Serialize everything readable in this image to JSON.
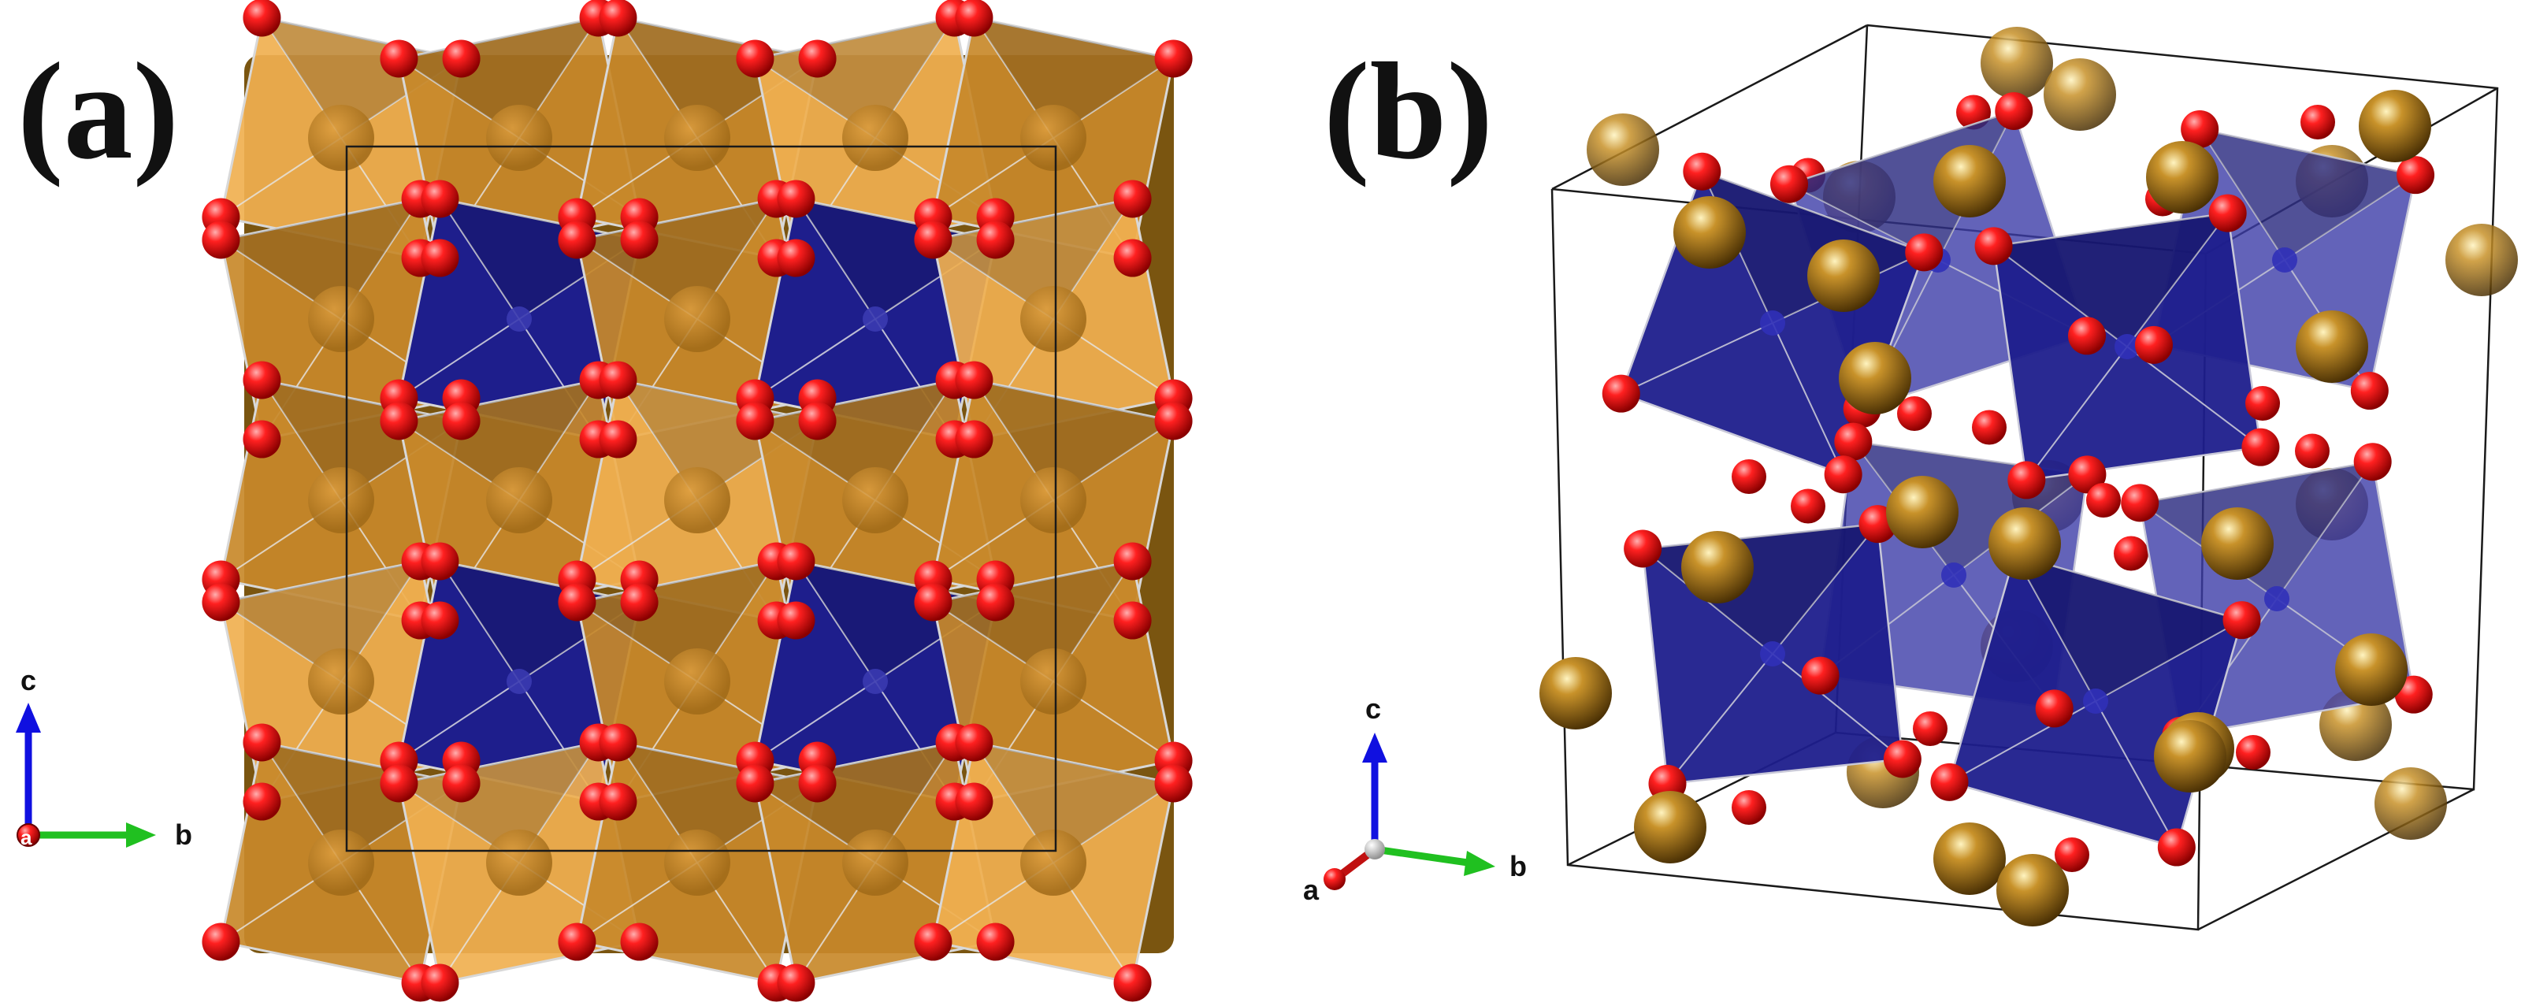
{
  "panels": [
    {
      "label": "(a)",
      "axes": {
        "vertical": "c",
        "horizontal": "b",
        "out_of_plane": "a"
      }
    },
    {
      "label": "(b)",
      "axes": {
        "vertical": "c",
        "horizontal": "b",
        "out_of_plane": "a"
      }
    }
  ],
  "colors": {
    "orange_polyhedron": "#c8892a",
    "orange_dark": "#7a5510",
    "orange_light": "#f0b050",
    "blue_polyhedron": "#1e1e8c",
    "blue_light": "#3a3ab0",
    "oxygen_atom": "#e01010",
    "gold_atom": "#a8741a",
    "axis_c": "#1010e0",
    "axis_b": "#20c020",
    "axis_a": "#c01010"
  }
}
